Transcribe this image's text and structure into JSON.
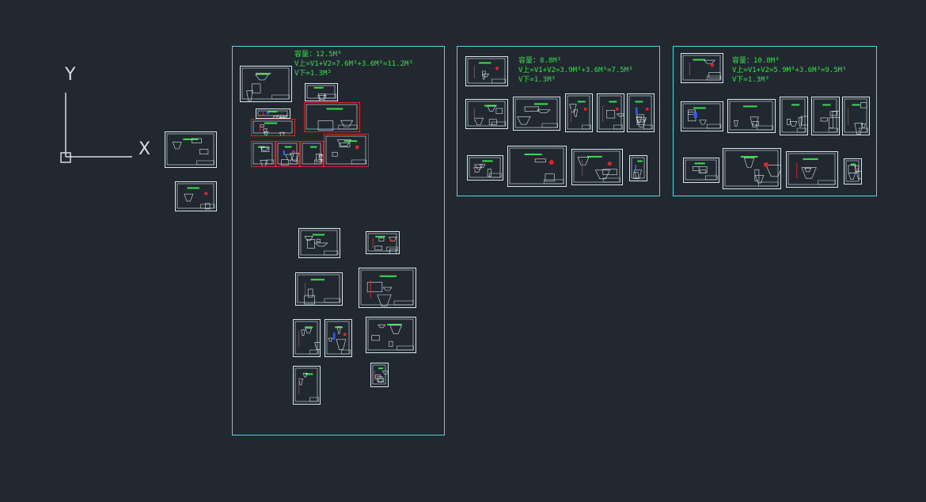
{
  "ucs": {
    "y_label": "Y",
    "x_label": "X"
  },
  "panels": [
    {
      "capacity": "容量：12.5M³",
      "v_upper": "V上=V1+V2=7.6M³+3.6M³=11.2M³",
      "v_lower": "V下=1.3M³"
    },
    {
      "capacity": "容量：8.8M³",
      "v_upper": "V上=V1+V2=3.9M³+3.6M³=7.5M³",
      "v_lower": "V下=1.3M³"
    },
    {
      "capacity": "容量：10.8M³",
      "v_upper": "V上=V1+V2=5.9M³+3.6M³=9.5M³",
      "v_lower": "V下=1.3M³"
    }
  ],
  "colors": {
    "background": "#212830",
    "frame": "#4fd6e0",
    "sheet": "#d8e8f0",
    "highlight": "#e02424",
    "annotation": "#37e04a",
    "detail_blue": "#2a5cff"
  }
}
